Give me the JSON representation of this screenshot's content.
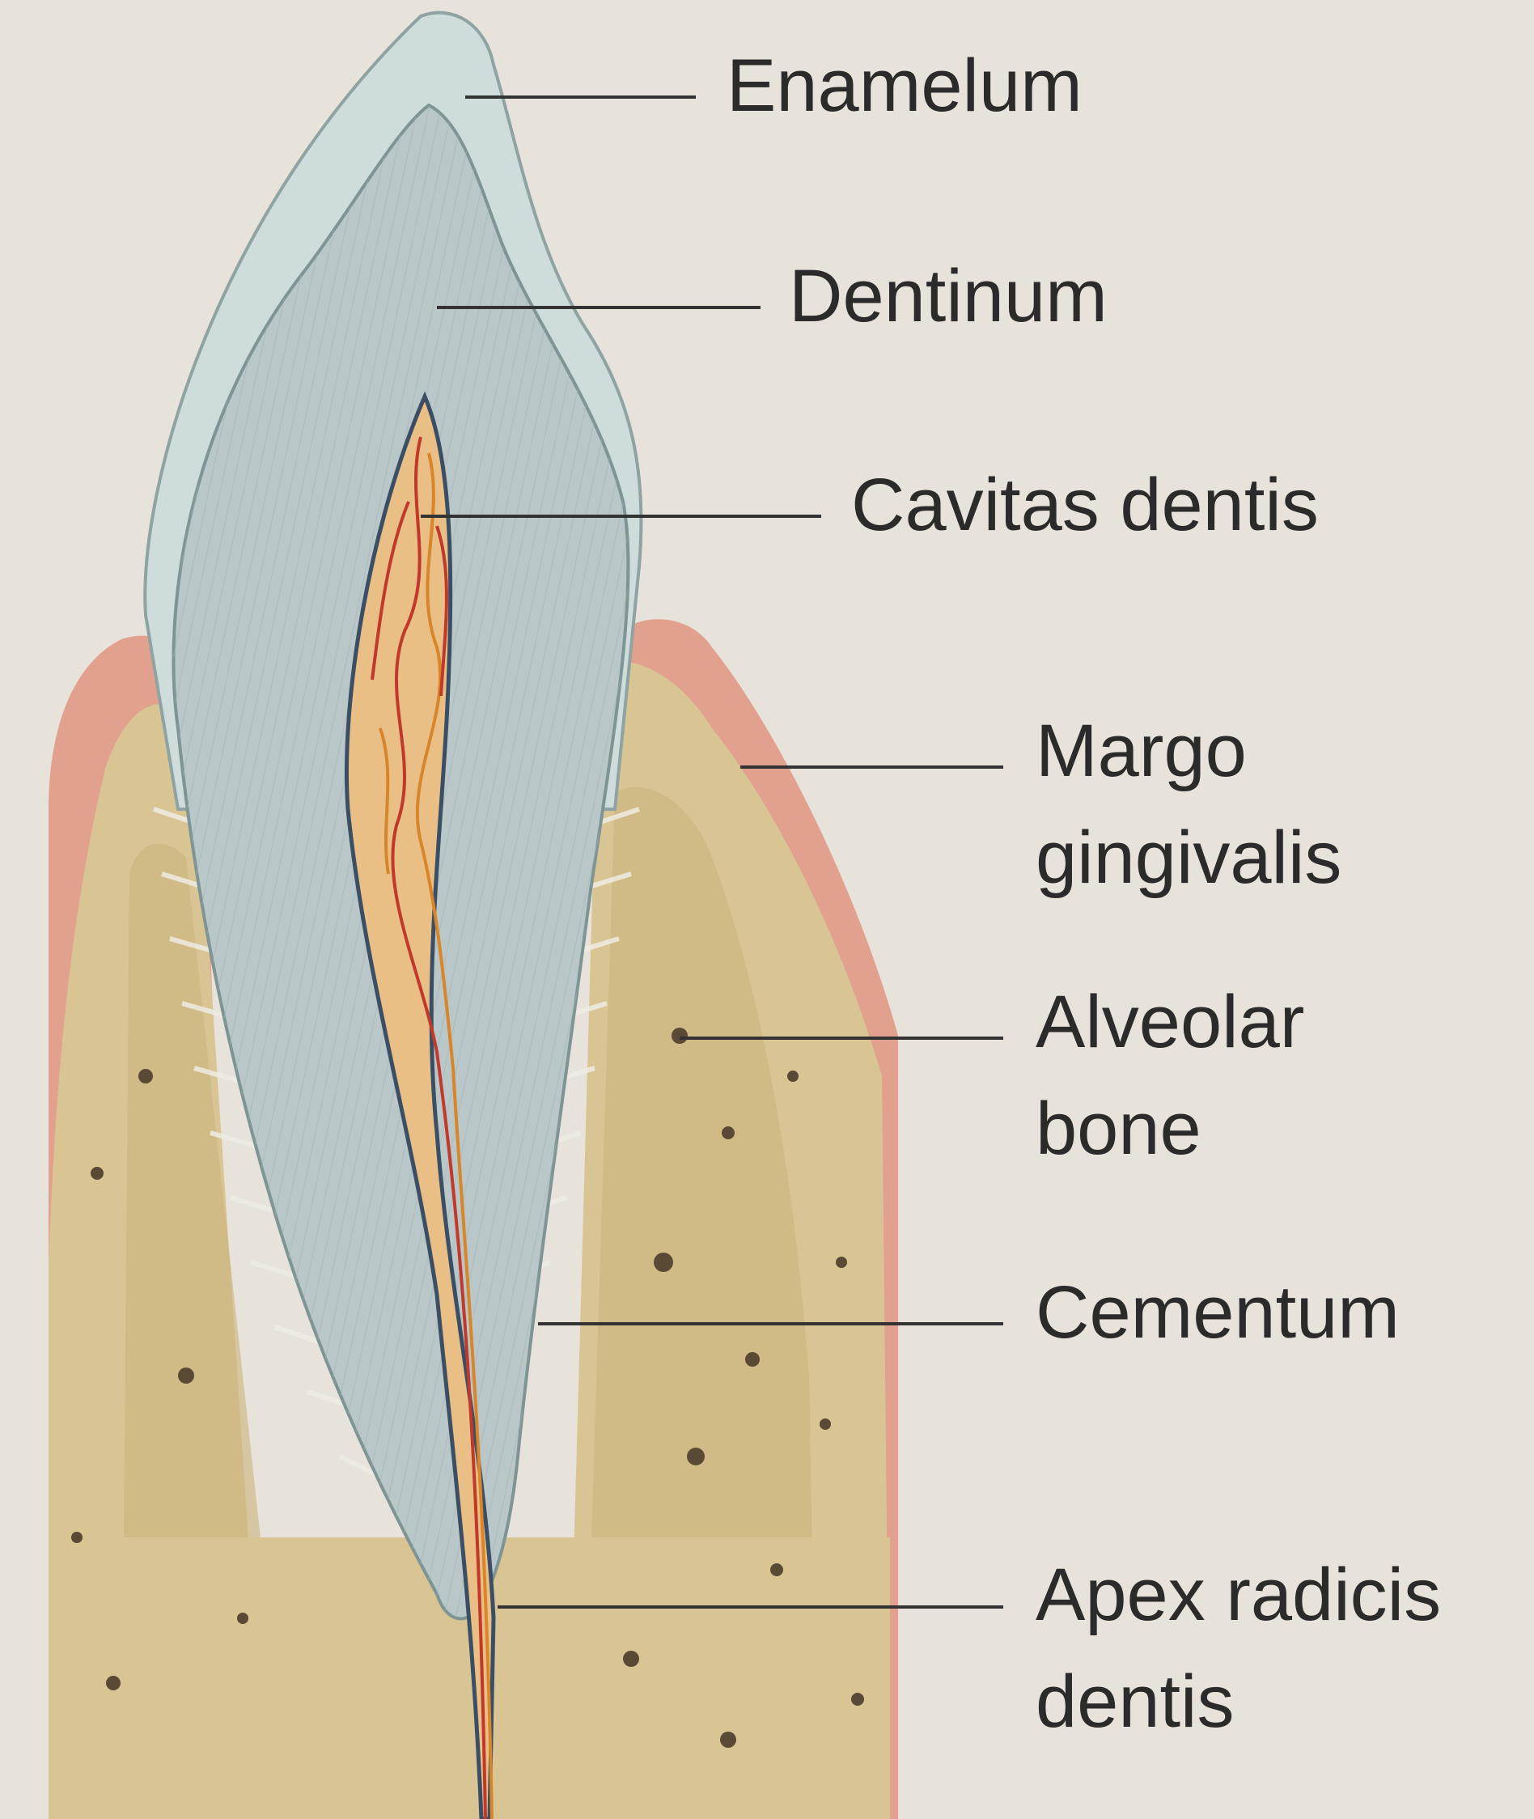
{
  "colors": {
    "background": "#e8e3da",
    "enamel": "#cfdcdc",
    "dentin": "#b9c7c8",
    "pulp": "#e9bf86",
    "vessel_red": "#c0392b",
    "vessel_orange": "#d9862a",
    "gingiva": "#e2a08f",
    "bone": "#d9c594",
    "bone_inner": "#c9b27c",
    "leader_line": "#333333"
  },
  "labels": {
    "enamelum": "Enamelum",
    "dentinum": "Dentinum",
    "cavitas": "Cavitas dentis",
    "margo": {
      "line1": "Margo",
      "line2": "gingivalis"
    },
    "alveolar": {
      "line1": "Alveolar",
      "line2": "bone"
    },
    "cementum": "Cementum",
    "apex": {
      "line1": "Apex radicis",
      "line2": "dentis"
    }
  }
}
